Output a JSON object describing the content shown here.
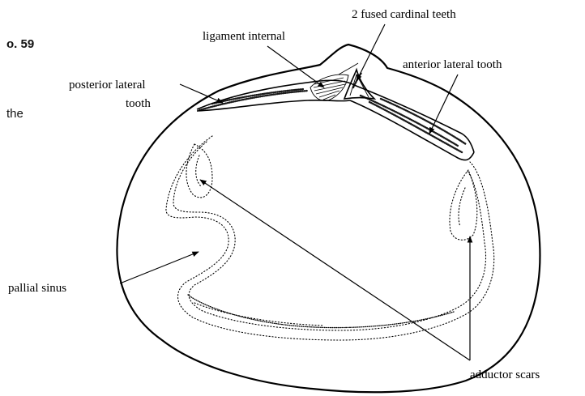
{
  "page_fragments": {
    "top": "o. 59",
    "middle": "the"
  },
  "labels": {
    "cardinal_teeth": "2 fused cardinal teeth",
    "ligament": "ligament internal",
    "anterior_tooth": "anterior lateral tooth",
    "posterior_tooth_line1": "posterior lateral",
    "posterior_tooth_line2": "tooth",
    "pallial_sinus": "pallial sinus",
    "adductor_scars": "adductor scars"
  }
}
